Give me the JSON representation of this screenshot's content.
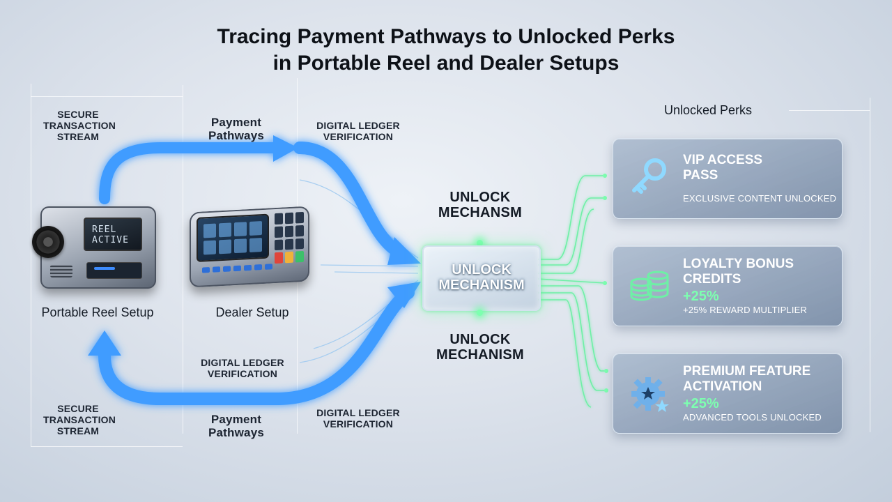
{
  "title": {
    "line1": "Tracing Payment Pathways to Unlocked Perks",
    "line2": "in Portable Reel and Dealer Setups"
  },
  "labels": {
    "secure_top": "SECURE\nTRANSACTION\nSTREAM",
    "payment_top": "Payment\nPathways",
    "ledger_top": "DIGITAL LEDGER\nVERIFICATION",
    "ledger_mid": "DIGITAL LEDGER\nVERIFICATION",
    "secure_bottom": "SECURE\nTRANSACTION\nSTREAM",
    "payment_bottom": "Payment\nPathways",
    "ledger_bottom": "DIGITAL LEDGER\nVERIFICATION"
  },
  "devices": {
    "reel": {
      "label": "Portable Reel Setup",
      "screen_text": "REEL\nACTIVE"
    },
    "dealer": {
      "label": "Dealer Setup"
    }
  },
  "unlock": {
    "top_label": "UNLOCK\nMECHANSM",
    "box_label": "UNLOCK\nMECHANISM",
    "bottom_label": "UNLOCK\nMECHANISM"
  },
  "perks": {
    "heading": "Unlocked Perks",
    "items": [
      {
        "title": "VIP ACCESS\nPASS",
        "bonus": "",
        "desc": "EXCLUSIVE CONTENT UNLOCKED",
        "icon": "key-icon"
      },
      {
        "title": "LOYALTY BONUS\nCREDITS",
        "bonus": "+25%",
        "desc": "+25% REWARD MULTIPLIER",
        "icon": "coins-icon"
      },
      {
        "title": "PREMIUM FEATURE\nACTIVATION",
        "bonus": "+25%",
        "desc": "ADVANCED TOOLS UNLOCKED",
        "icon": "gear-star-icon"
      }
    ]
  },
  "colors": {
    "flow_blue": "#3f9cff",
    "glow_green": "#7dffb0",
    "perk_text": "#ffffff"
  }
}
